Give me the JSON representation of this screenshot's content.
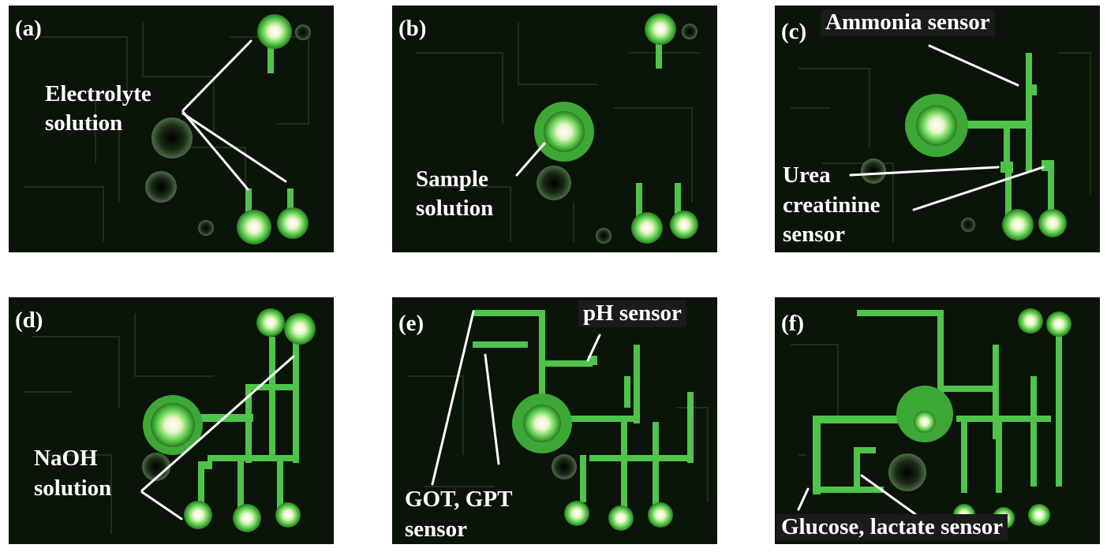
{
  "panels": [
    {
      "label": "(a)",
      "annotations": [
        "Electrolyte",
        "solution"
      ]
    },
    {
      "label": "(b)",
      "annotations": [
        "Sample",
        "solution"
      ]
    },
    {
      "label": "(c)",
      "annotations": [
        "Ammonia sensor",
        "Urea",
        "creatinine",
        "sensor"
      ]
    },
    {
      "label": "(d)",
      "annotations": [
        "NaOH",
        "solution"
      ]
    },
    {
      "label": "(e)",
      "annotations": [
        "pH sensor",
        "GOT, GPT",
        "sensor"
      ]
    },
    {
      "label": "(f)",
      "annotations": [
        "Glucose, lactate sensor"
      ]
    }
  ],
  "colors": {
    "background": "#0b1409",
    "channel": "#4fc44a",
    "glow": "#e9f5c8",
    "label_text": "#ffffff",
    "label_box": "#1b1b1b"
  }
}
